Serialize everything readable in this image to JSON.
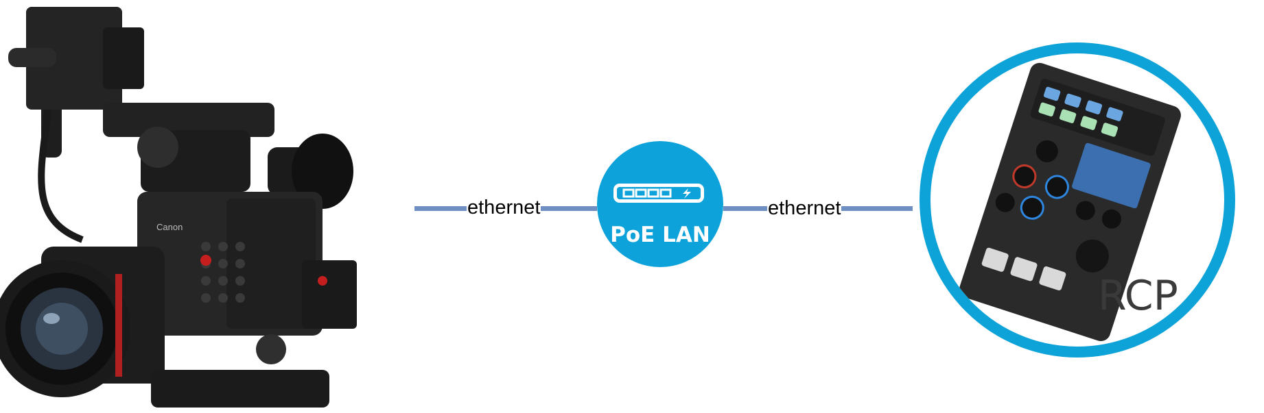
{
  "links": {
    "left_label": "ethernet",
    "right_label": "ethernet"
  },
  "switch": {
    "label": "PoE LAN",
    "icon": "network-switch-icon"
  },
  "camera": {
    "icon": "cinema-camera-icon",
    "brand_text": "Canon"
  },
  "panel": {
    "label": "RCP",
    "icon": "remote-control-panel-icon"
  },
  "colors": {
    "link": "#6f8fc3",
    "switch_bg": "#0da2da",
    "ring": "#0ea3d8",
    "text": "#000000"
  }
}
